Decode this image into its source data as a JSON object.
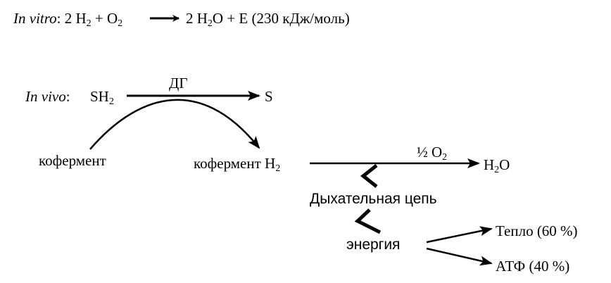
{
  "in_vitro": {
    "prefix": "In  vitro",
    "colon": ":",
    "coef1": "2 H",
    "sub1": "2",
    "plus": " + O",
    "sub2": "2",
    "coef_product": "2 H",
    "sub3": "2",
    "product_rest": "O + E (230 кДж/моль)"
  },
  "in_vivo": {
    "prefix": "In vivo",
    "colon": ":",
    "substrate": "SH",
    "substrate_sub": "2",
    "enzyme": "ДГ",
    "product": "S"
  },
  "coenzyme_left": "кофермент",
  "coenzyme_reduced": "кофермент H",
  "coenzyme_reduced_sub": "2",
  "half_o2": "½ O",
  "half_o2_sub": "2",
  "water": "H",
  "water_sub": "2",
  "water_rest": "O",
  "resp_chain": "Дыхательная цепь",
  "energy": "энергия",
  "heat": "Тепло (60 %)",
  "atp": "АТФ (40 %)"
}
